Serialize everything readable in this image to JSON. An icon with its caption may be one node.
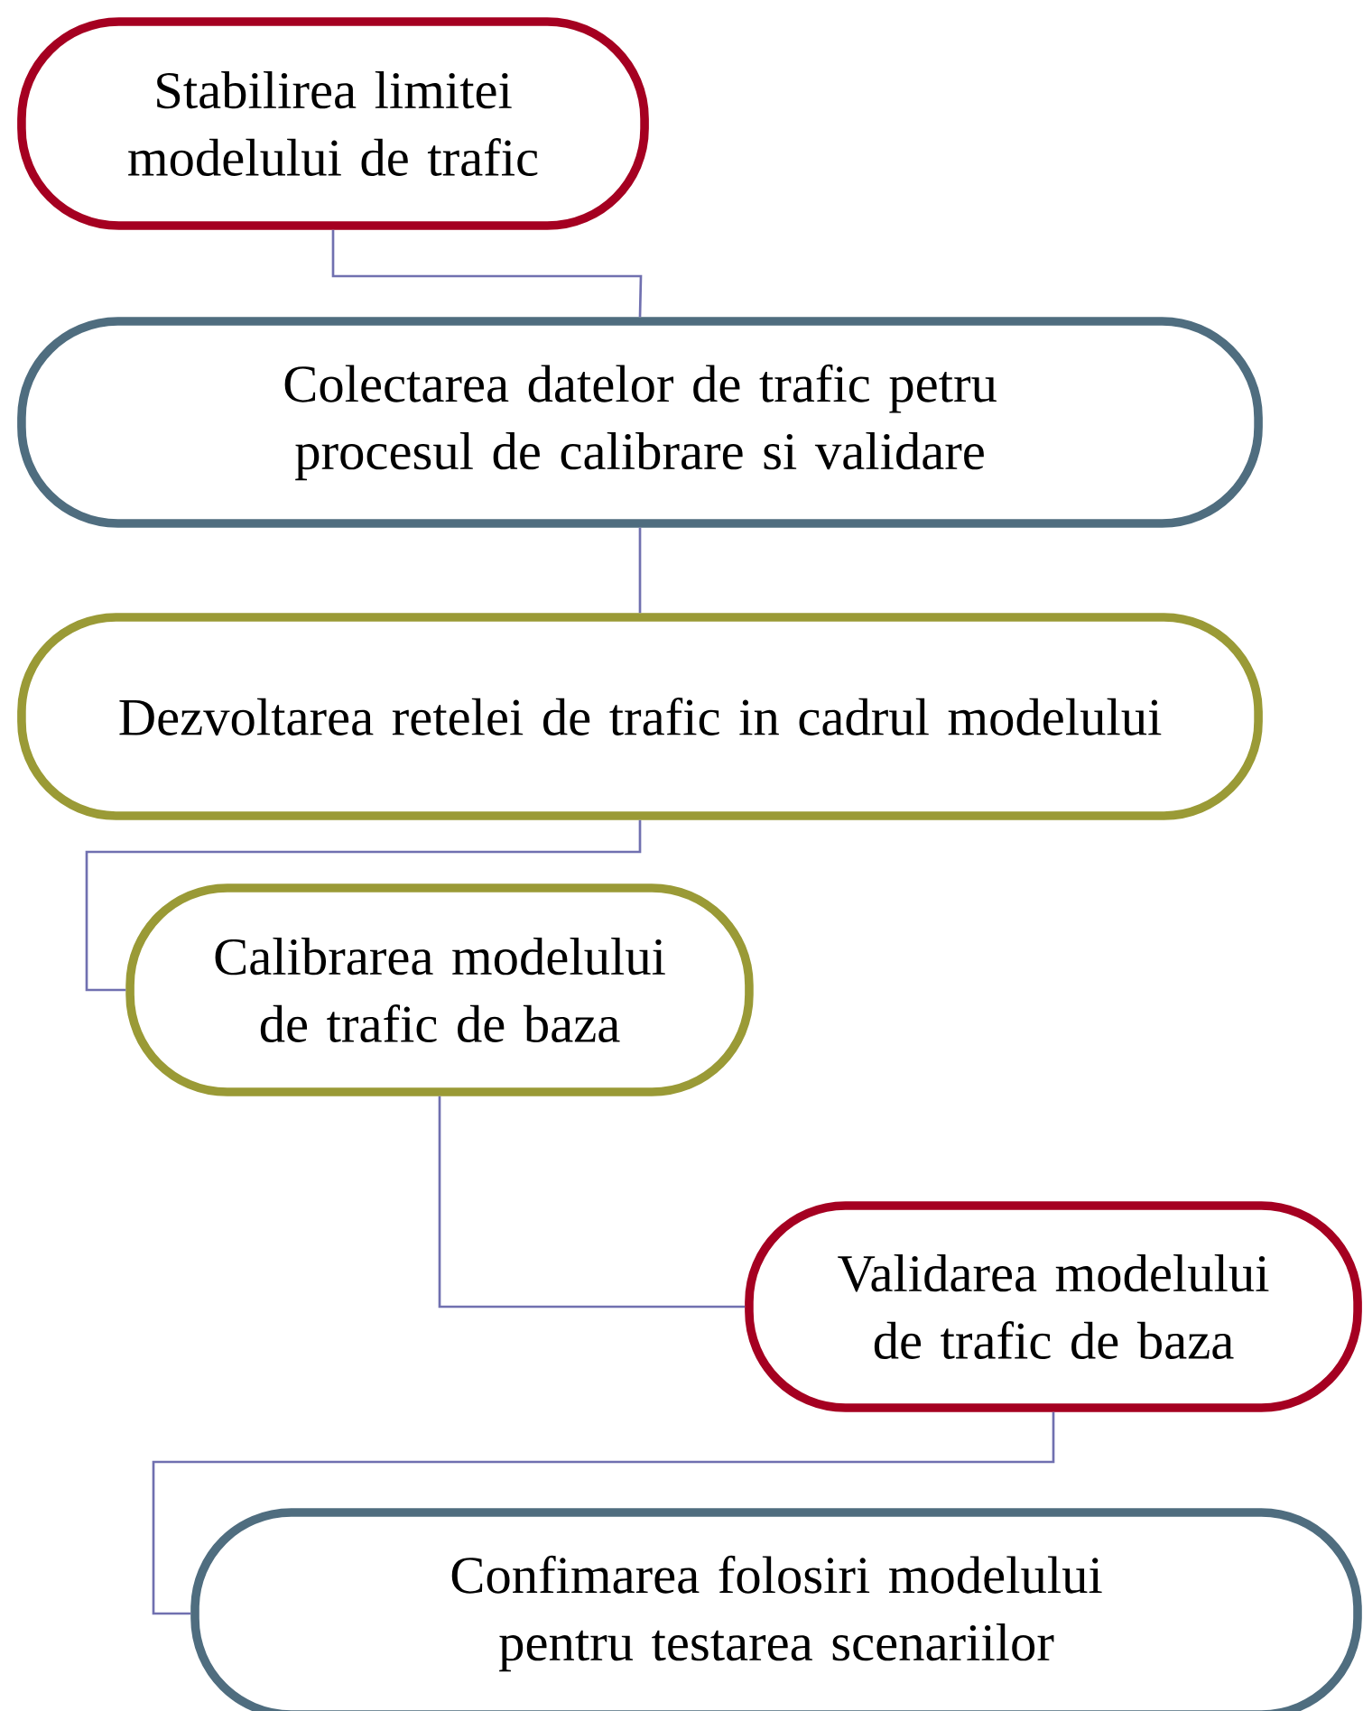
{
  "diagram": {
    "nodes": [
      {
        "text": [
          "Stabilirea limitei modelului de trafic"
        ]
      },
      {
        "text": [
          "Colectarea datelor de trafic petru procesul de calibrare si validare"
        ]
      },
      {
        "text": [
          "Dezvoltarea retelei de trafic in cadrul modelului"
        ]
      },
      {
        "text": [
          "Calibrarea modelului de trafic de baza"
        ]
      },
      {
        "text": [
          "Validarea modelului de trafic de baza"
        ]
      },
      {
        "text": [
          "Confimarea folosiri modelului pentru testarea scenariilor"
        ]
      }
    ],
    "edges": [
      {
        "from": 0,
        "to": 1,
        "arrow": "none"
      },
      {
        "from": 1,
        "to": 2,
        "arrow": "none"
      },
      {
        "from": 2,
        "to": 3,
        "arrow": "none"
      },
      {
        "from": 3,
        "to": 4,
        "arrow": "none"
      },
      {
        "from": 4,
        "to": 5,
        "arrow": "none"
      }
    ]
  }
}
